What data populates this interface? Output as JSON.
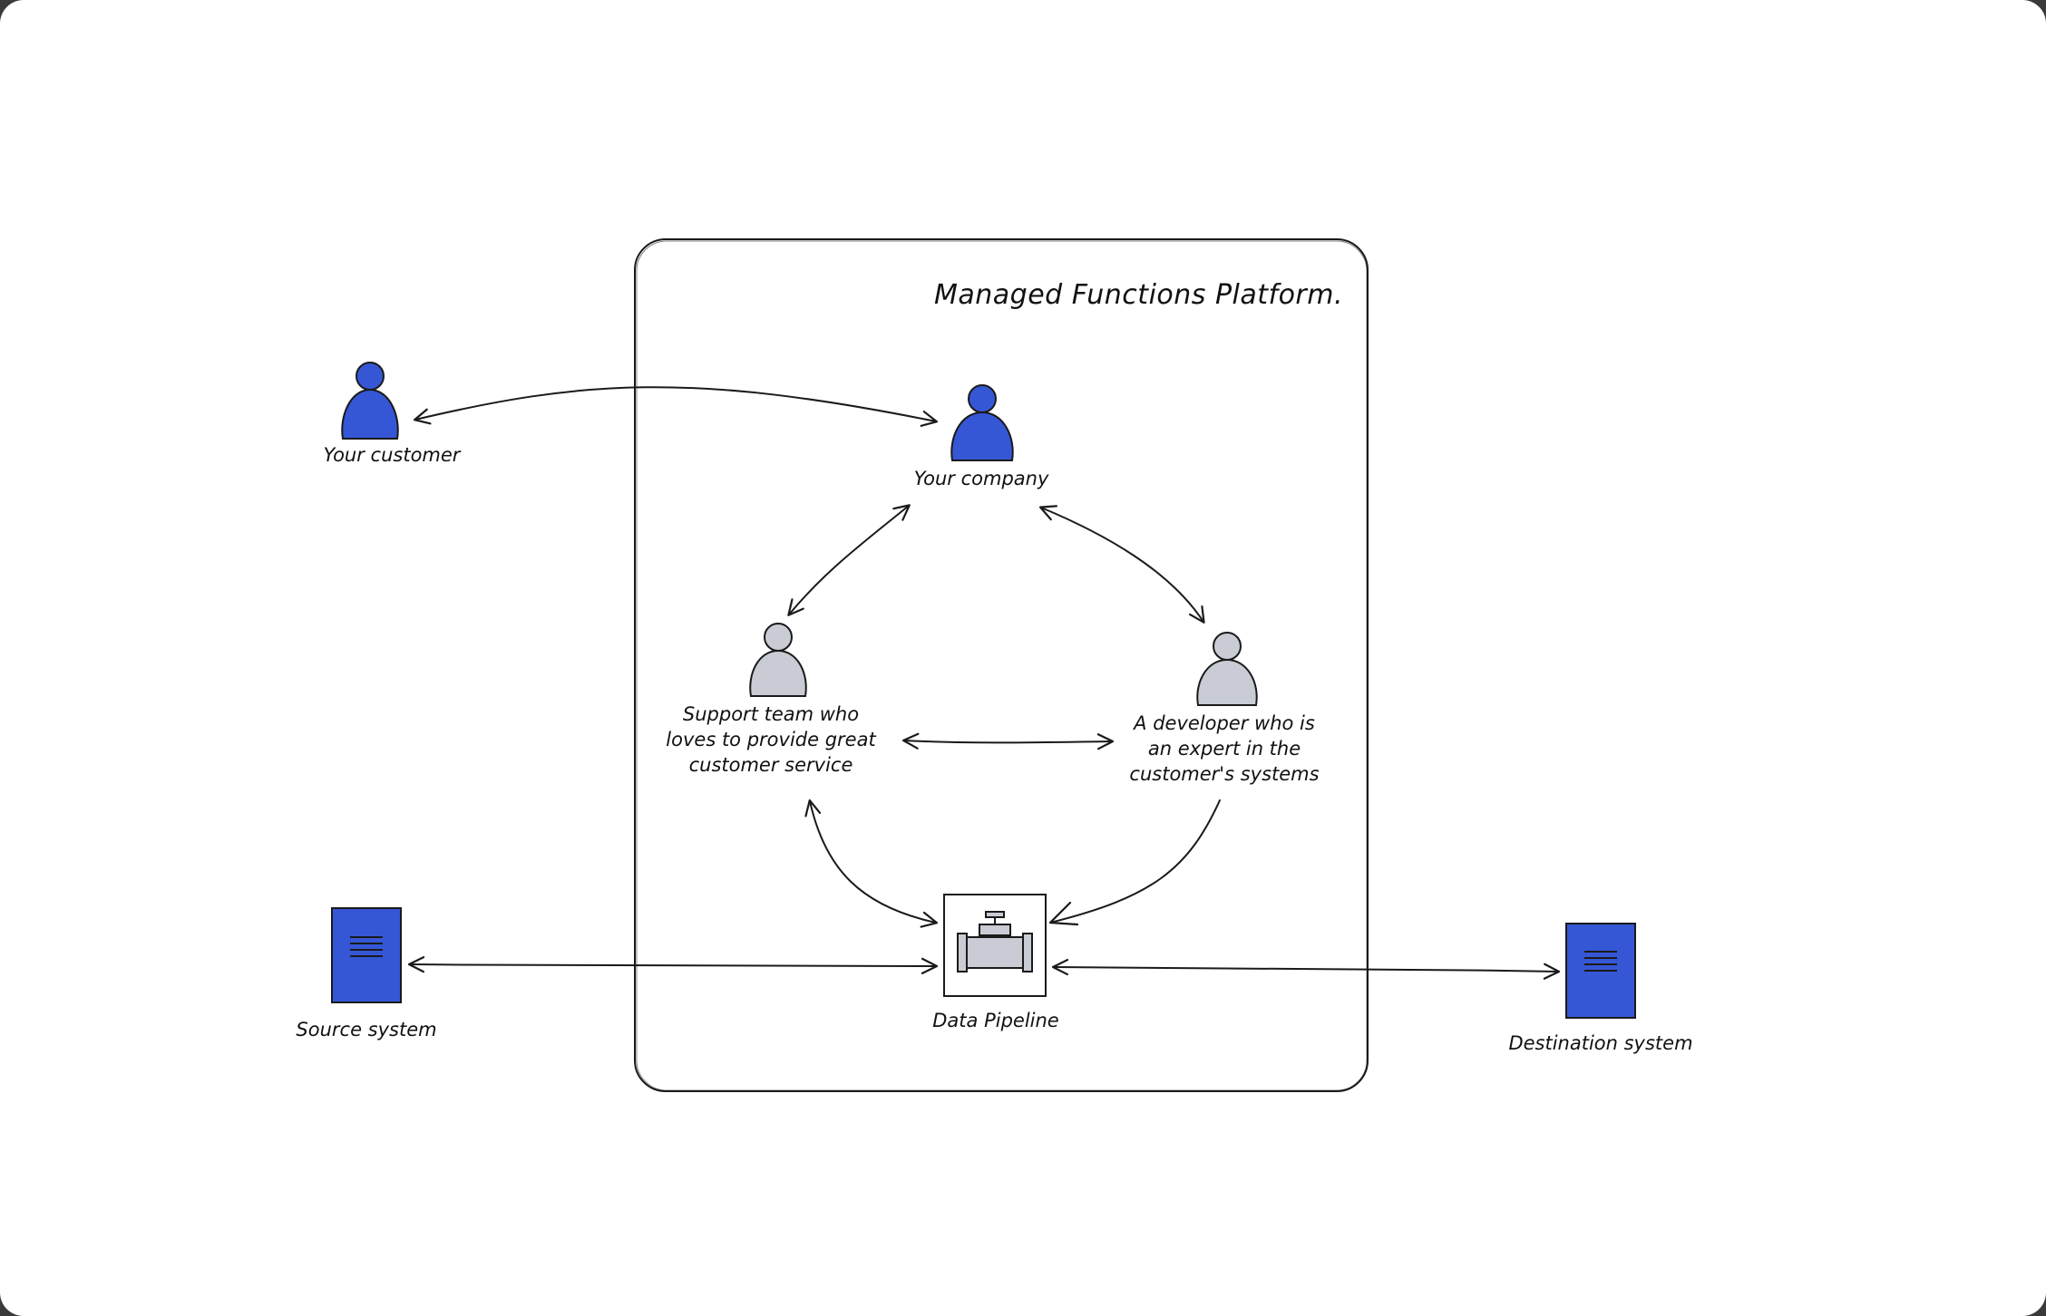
{
  "platform": {
    "title": "Managed Functions Platform."
  },
  "nodes": {
    "your_customer": {
      "label": "Your customer",
      "icon": "person-icon"
    },
    "your_company": {
      "label": "Your company",
      "icon": "person-icon"
    },
    "support_team": {
      "label_lines": [
        "Support team who",
        "loves to provide great",
        "customer service"
      ],
      "icon": "person-icon"
    },
    "developer": {
      "label_lines": [
        "A developer who is",
        "an expert in the",
        "customer's systems"
      ],
      "icon": "person-icon"
    },
    "data_pipeline": {
      "label": "Data Pipeline",
      "icon": "pipeline-valve-icon"
    },
    "source_system": {
      "label": "Source system",
      "icon": "document-server-icon"
    },
    "destination_system": {
      "label": "Destination system",
      "icon": "document-server-icon"
    }
  },
  "colors": {
    "accent_blue": "#3557d6",
    "person_grey": "#c9ccd4",
    "stroke": "#1a1a1a",
    "background": "#ffffff"
  }
}
